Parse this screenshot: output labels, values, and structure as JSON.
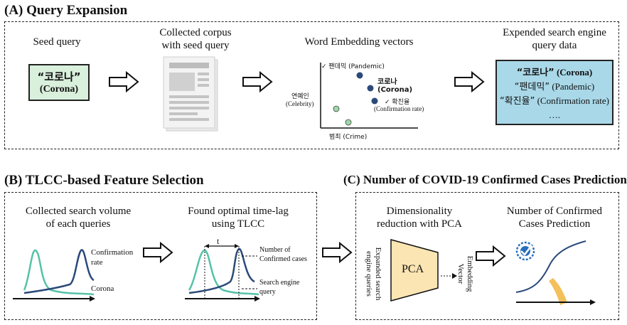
{
  "sectionA": {
    "title": "(A) Query Expansion",
    "seed": {
      "label": "Seed query",
      "box_line1": "“코로나”",
      "box_line2": "(Corona)",
      "box_color": "#d9f0dc"
    },
    "corpus": {
      "label_line1": "Collected corpus",
      "label_line2": "with seed query",
      "icon": "newspaper-icon"
    },
    "embedding": {
      "label": "Word Embedding vectors",
      "pandemic": "✓ 팬데믹 (Pandemic)",
      "corona": "코로나 (Corona)",
      "confirm_kr": "✓ 확진율",
      "confirm_en": "(Confirmation rate)",
      "celeb_kr": "연예인",
      "celeb_en": "(Celebrity)",
      "crime": "범죄 (Crime)",
      "blue_dot": "#2b4a7a",
      "green_dot": "#9fd8a8"
    },
    "expanded": {
      "label_line1": "Expended search engine",
      "label_line2": "query data",
      "line1_kr": "“코로나”",
      "line1_en": " (Corona)",
      "line2_kr": "“팬데믹”",
      "line2_en": " (Pandemic)",
      "line3_kr": "“확진율”",
      "line3_en": " (Confirmation rate)",
      "line4": "….",
      "box_color": "#a9d8e8"
    }
  },
  "sectionB": {
    "title": "(B) TLCC-based Feature Selection",
    "left": {
      "label_line1": "Collected search volume",
      "label_line2": "of each queries",
      "confirm_line1": "Confirmation",
      "confirm_line2": "rate",
      "corona": "Corona"
    },
    "right": {
      "label_line1": "Found optimal time-lag",
      "label_line2": "using TLCC",
      "lag": "t",
      "cases_line1": "Number of",
      "cases_line2": "Confirmed cases",
      "query_line1": "Search engine",
      "query_line2": "query"
    }
  },
  "sectionC": {
    "title": "(C) Number of COVID-19 Confirmed Cases Prediction",
    "pca": {
      "label_line1": "Dimensionality",
      "label_line2": "reduction with PCA",
      "input_line1": "Expanded search",
      "input_line2": "engine queries",
      "box": "PCA",
      "output_line1": "Embedding",
      "output_line2": "Vector",
      "box_color": "#fbe5b3"
    },
    "prediction": {
      "label_line1": "Number of Confirmed",
      "label_line2": "Cases Prediction"
    }
  }
}
